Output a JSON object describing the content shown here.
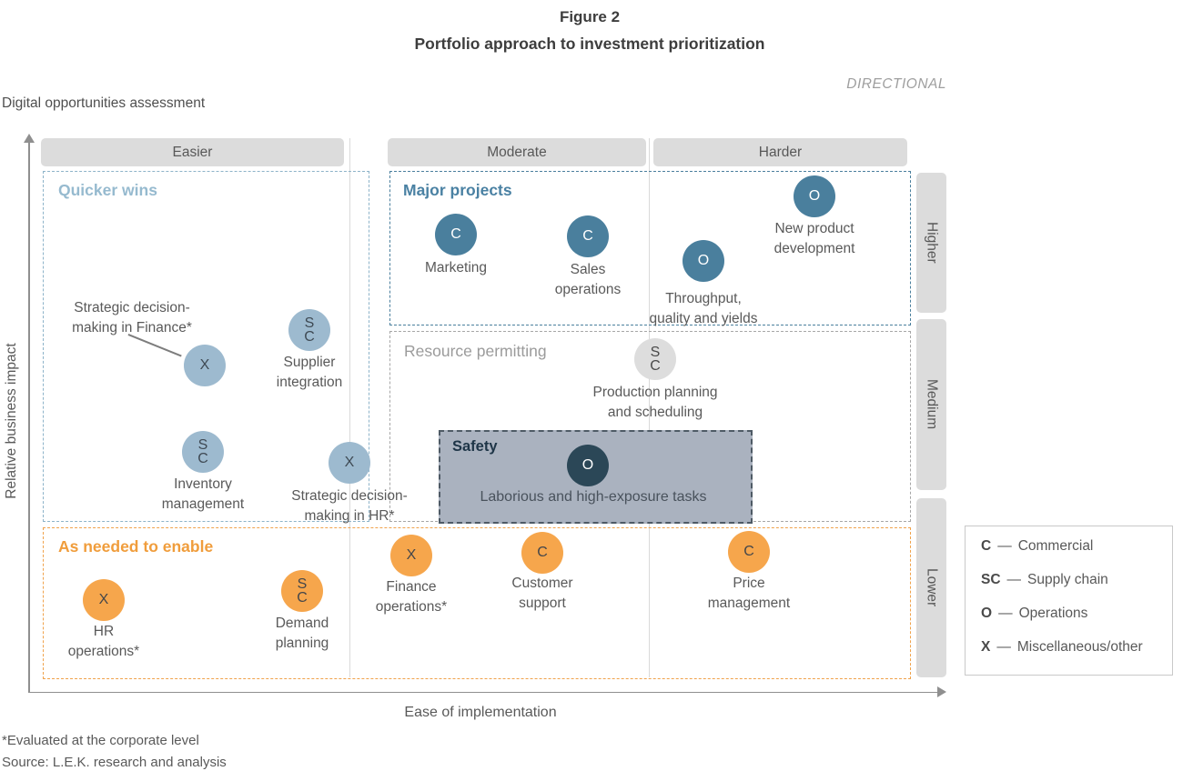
{
  "figure": {
    "label": "Figure 2",
    "title": "Portfolio approach to investment prioritization",
    "directional_note": "DIRECTIONAL",
    "assessment_title": "Digital opportunities assessment"
  },
  "axes": {
    "x_label": "Ease of implementation",
    "y_label": "Relative business impact"
  },
  "columns": [
    "Easier",
    "Moderate",
    "Harder"
  ],
  "rows": [
    "Higher",
    "Medium",
    "Lower"
  ],
  "zones": {
    "quicker_wins": {
      "label": "Quicker wins",
      "color": "#96bacf"
    },
    "major_projects": {
      "label": "Major projects",
      "color": "#4a81a3"
    },
    "resource_permitting": {
      "label": "Resource permitting",
      "color": "#9b9b9b"
    },
    "safety": {
      "label": "Safety",
      "fill": "#aab2bf",
      "label_color": "#1e3547"
    },
    "as_needed": {
      "label": "As needed to enable",
      "color": "#f09d3c"
    }
  },
  "points": [
    {
      "glyph": "X",
      "code": "X",
      "label": "Strategic decision-\nmaking in Finance*",
      "zone": "Quicker wins",
      "ease": "Easier",
      "impact": "Medium"
    },
    {
      "glyph": "S\nC",
      "code": "SC",
      "label": "Supplier\nintegration",
      "zone": "Quicker wins",
      "ease": "Easier",
      "impact": "Medium"
    },
    {
      "glyph": "S\nC",
      "code": "SC",
      "label": "Inventory\nmanagement",
      "zone": "Quicker wins",
      "ease": "Easier",
      "impact": "Medium"
    },
    {
      "glyph": "X",
      "code": "X",
      "label": "Strategic decision-\nmaking in HR*",
      "zone": "Quicker wins",
      "ease": "Easier-Moderate",
      "impact": "Medium"
    },
    {
      "glyph": "C",
      "code": "C",
      "label": "Marketing",
      "zone": "Major projects",
      "ease": "Moderate",
      "impact": "Higher"
    },
    {
      "glyph": "C",
      "code": "C",
      "label": "Sales\noperations",
      "zone": "Major projects",
      "ease": "Moderate",
      "impact": "Higher"
    },
    {
      "glyph": "O",
      "code": "O",
      "label": "Throughput,\nquality and yields",
      "zone": "Major projects",
      "ease": "Harder",
      "impact": "Higher"
    },
    {
      "glyph": "O",
      "code": "O",
      "label": "New product\ndevelopment",
      "zone": "Major projects",
      "ease": "Harder",
      "impact": "Higher"
    },
    {
      "glyph": "S\nC",
      "code": "SC",
      "label": "Production planning\nand scheduling",
      "zone": "Resource permitting",
      "ease": "Moderate-Harder",
      "impact": "Medium"
    },
    {
      "glyph": "O",
      "code": "O",
      "label": "Laborious and high-exposure tasks",
      "zone": "Safety",
      "ease": "Moderate",
      "impact": "Medium"
    },
    {
      "glyph": "X",
      "code": "X",
      "label": "HR\noperations*",
      "zone": "As needed to enable",
      "ease": "Easier",
      "impact": "Lower"
    },
    {
      "glyph": "S\nC",
      "code": "SC",
      "label": "Demand\nplanning",
      "zone": "As needed to enable",
      "ease": "Easier",
      "impact": "Lower"
    },
    {
      "glyph": "X",
      "code": "X",
      "label": "Finance\noperations*",
      "zone": "As needed to enable",
      "ease": "Moderate",
      "impact": "Lower"
    },
    {
      "glyph": "C",
      "code": "C",
      "label": "Customer\nsupport",
      "zone": "As needed to enable",
      "ease": "Moderate",
      "impact": "Lower"
    },
    {
      "glyph": "C",
      "code": "C",
      "label": "Price\nmanagement",
      "zone": "As needed to enable",
      "ease": "Harder",
      "impact": "Lower"
    }
  ],
  "legend": {
    "separator": "—",
    "items": [
      {
        "code": "C",
        "name": "Commercial"
      },
      {
        "code": "SC",
        "name": "Supply chain"
      },
      {
        "code": "O",
        "name": "Operations"
      },
      {
        "code": "X",
        "name": "Miscellaneous/other"
      }
    ]
  },
  "footnotes": [
    "*Evaluated at the corporate level",
    "Source: L.E.K. research and analysis"
  ],
  "colors": {
    "bubble_light_blue": "#9dbacf",
    "bubble_steel_blue": "#4a7f9d",
    "bubble_gray": "#dddddd",
    "bubble_navy": "#2b4757",
    "bubble_orange": "#f6a64c",
    "header_pill": "#dcdcdc",
    "text": "#595959"
  },
  "chart_data": {
    "type": "scatter",
    "title": "Portfolio approach to investment prioritization",
    "xlabel": "Ease of implementation",
    "ylabel": "Relative business impact",
    "x_categories": [
      "Easier",
      "Moderate",
      "Harder"
    ],
    "y_categories": [
      "Lower",
      "Medium",
      "Higher"
    ],
    "zones": [
      "Quicker wins",
      "Major projects",
      "Resource permitting",
      "Safety",
      "As needed to enable"
    ],
    "legend": [
      "C — Commercial",
      "SC — Supply chain",
      "O — Operations",
      "X — Miscellaneous/other"
    ],
    "points": [
      {
        "label": "Strategic decision-making in Finance*",
        "code": "X",
        "zone": "Quicker wins",
        "ease": "Easier",
        "impact": "Medium"
      },
      {
        "label": "Supplier integration",
        "code": "SC",
        "zone": "Quicker wins",
        "ease": "Easier",
        "impact": "Medium"
      },
      {
        "label": "Inventory management",
        "code": "SC",
        "zone": "Quicker wins",
        "ease": "Easier",
        "impact": "Medium"
      },
      {
        "label": "Strategic decision-making in HR*",
        "code": "X",
        "zone": "Quicker wins",
        "ease": "Easier-Moderate",
        "impact": "Medium"
      },
      {
        "label": "Marketing",
        "code": "C",
        "zone": "Major projects",
        "ease": "Moderate",
        "impact": "Higher"
      },
      {
        "label": "Sales operations",
        "code": "C",
        "zone": "Major projects",
        "ease": "Moderate",
        "impact": "Higher"
      },
      {
        "label": "Throughput, quality and yields",
        "code": "O",
        "zone": "Major projects",
        "ease": "Harder",
        "impact": "Higher"
      },
      {
        "label": "New product development",
        "code": "O",
        "zone": "Major projects",
        "ease": "Harder",
        "impact": "Higher"
      },
      {
        "label": "Production planning and scheduling",
        "code": "SC",
        "zone": "Resource permitting",
        "ease": "Moderate-Harder",
        "impact": "Medium"
      },
      {
        "label": "Laborious and high-exposure tasks",
        "code": "O",
        "zone": "Safety",
        "ease": "Moderate",
        "impact": "Medium"
      },
      {
        "label": "HR operations*",
        "code": "X",
        "zone": "As needed to enable",
        "ease": "Easier",
        "impact": "Lower"
      },
      {
        "label": "Demand planning",
        "code": "SC",
        "zone": "As needed to enable",
        "ease": "Easier",
        "impact": "Lower"
      },
      {
        "label": "Finance operations*",
        "code": "X",
        "zone": "As needed to enable",
        "ease": "Moderate",
        "impact": "Lower"
      },
      {
        "label": "Customer support",
        "code": "C",
        "zone": "As needed to enable",
        "ease": "Moderate",
        "impact": "Lower"
      },
      {
        "label": "Price management",
        "code": "C",
        "zone": "As needed to enable",
        "ease": "Harder",
        "impact": "Lower"
      }
    ]
  }
}
